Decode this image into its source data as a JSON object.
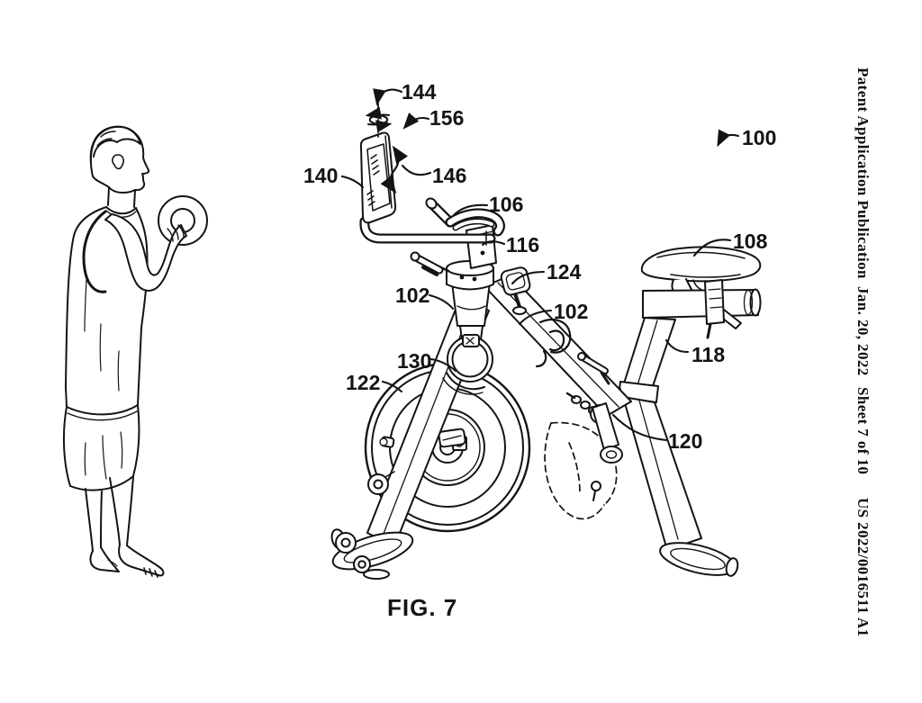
{
  "page": {
    "background": "#ffffff",
    "ink_color": "#141414",
    "figure_caption": "FIG. 7",
    "header": {
      "publication": "Patent Application Publication",
      "date": "Jan. 20, 2022",
      "sheet": "Sheet 7 of 10",
      "doc_number": "US 2022/0016511 A1"
    }
  },
  "callouts": {
    "c100": "100",
    "c102a": "102",
    "c102b": "102",
    "c106": "106",
    "c108": "108",
    "c116": "116",
    "c118": "118",
    "c120": "120",
    "c122": "122",
    "c124": "124",
    "c130": "130",
    "c140": "140",
    "c144": "144",
    "c146": "146",
    "c156": "156"
  }
}
